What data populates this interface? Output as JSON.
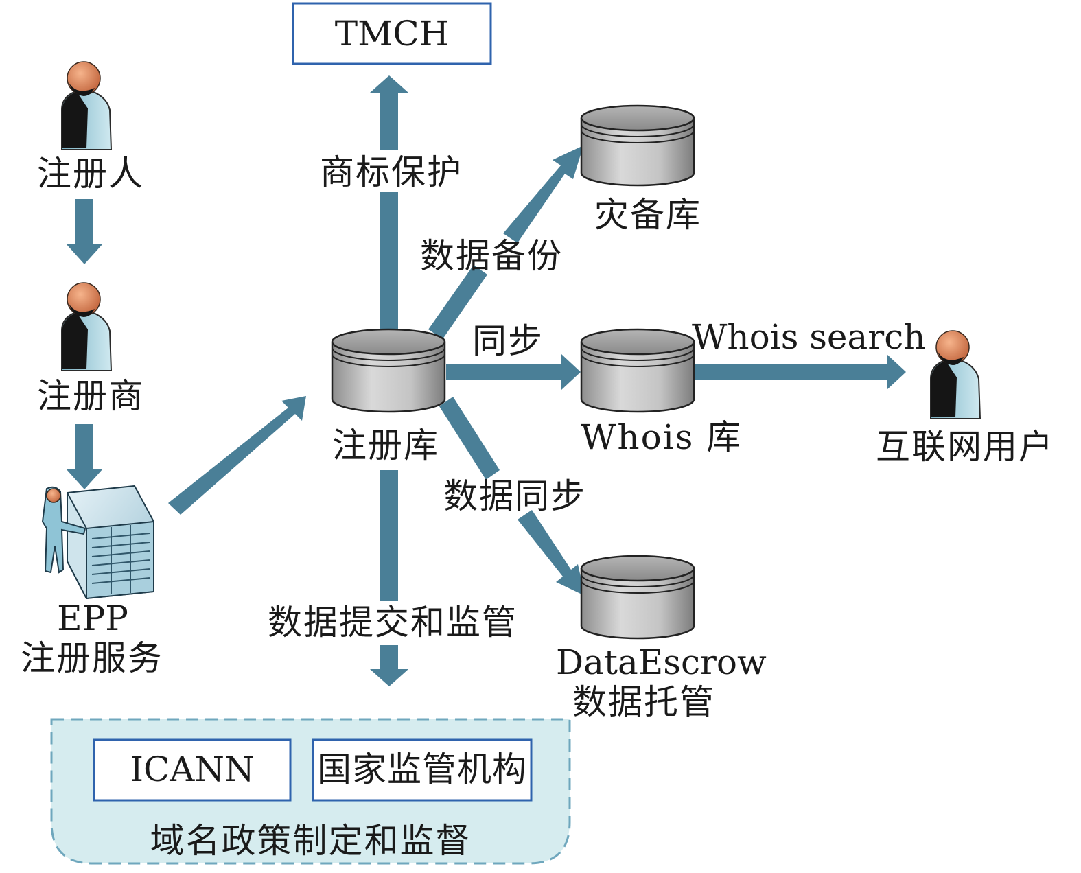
{
  "nodes": {
    "registrant": "注册人",
    "registrar": "注册商",
    "epp_line1": "EPP",
    "epp_line2": "注册服务",
    "registry": "注册库",
    "tmch": "TMCH",
    "disaster_backup": "灾备库",
    "whois_db": "Whois 库",
    "internet_user": "互联网用户",
    "data_escrow_line1": "DataEscrow",
    "data_escrow_line2": "数据托管",
    "icann": "ICANN",
    "national_regulator": "国家监管机构",
    "policy_group": "域名政策制定和监督"
  },
  "edges": {
    "trademark_protection": "商标保护",
    "data_backup": "数据备份",
    "sync": "同步",
    "whois_search": "Whois search",
    "data_sync": "数据同步",
    "data_submit": "数据提交和监管"
  },
  "colors": {
    "arrow": "#4a7f97",
    "box_border": "#2f63ad",
    "group_fill": "#d6ecef",
    "group_border": "#6fa7bd"
  }
}
